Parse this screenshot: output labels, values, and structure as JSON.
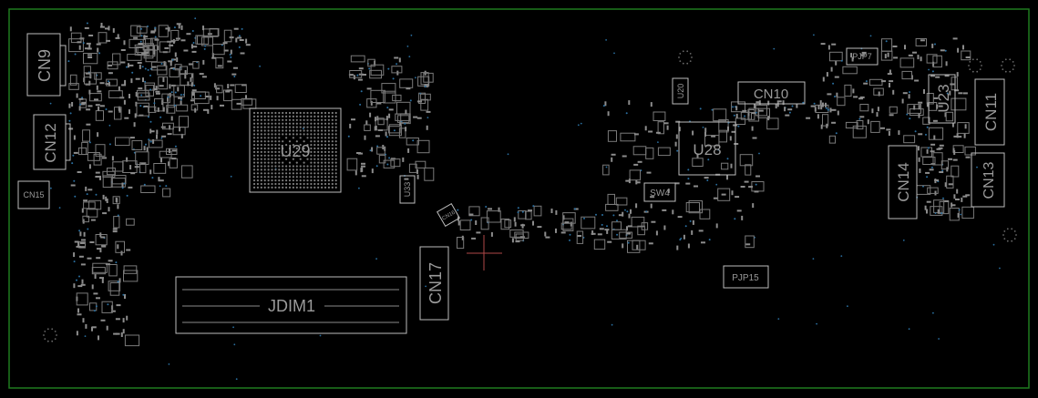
{
  "view": {
    "background": "#000000",
    "border_color": "#1f7a1f",
    "silkscreen_color": "#bdbdbd",
    "label_color": "#9a9a9a",
    "cursor_color": "#b04848",
    "via_color": "#2a6fa0"
  },
  "labels": {
    "cn9": "CN9",
    "cn12": "CN12",
    "cn15": "CN15",
    "u29": "U29",
    "u33": "U33",
    "cn16": "CN16",
    "cn17": "CN17",
    "jdim1": "JDIM1",
    "u20": "U20",
    "u28": "U28",
    "cn10": "CN10",
    "sw4": "SW4",
    "pjp15": "PJP15",
    "pjp7": "PJP7",
    "u23": "U23",
    "cn11": "CN11",
    "cn14": "CN14",
    "cn13": "CN13"
  }
}
